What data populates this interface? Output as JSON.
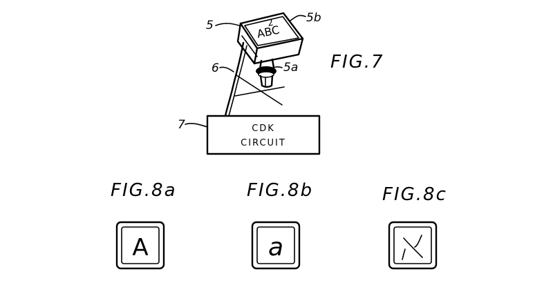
{
  "figures": {
    "fig7": {
      "title": "FIG.7",
      "refs": {
        "key": "5",
        "key_top": "5b",
        "plunger": "5a",
        "wire": "6",
        "circuit": "7"
      },
      "key_number": "2",
      "key_letters": "ABC",
      "circuit_line1": "CDK",
      "circuit_line2": "CIRCUIT"
    },
    "fig8a": {
      "title": "FIG.8a",
      "glyph": "A"
    },
    "fig8b": {
      "title": "FIG.8b",
      "glyph": "a"
    },
    "fig8c": {
      "title": "FIG.8c"
    }
  }
}
